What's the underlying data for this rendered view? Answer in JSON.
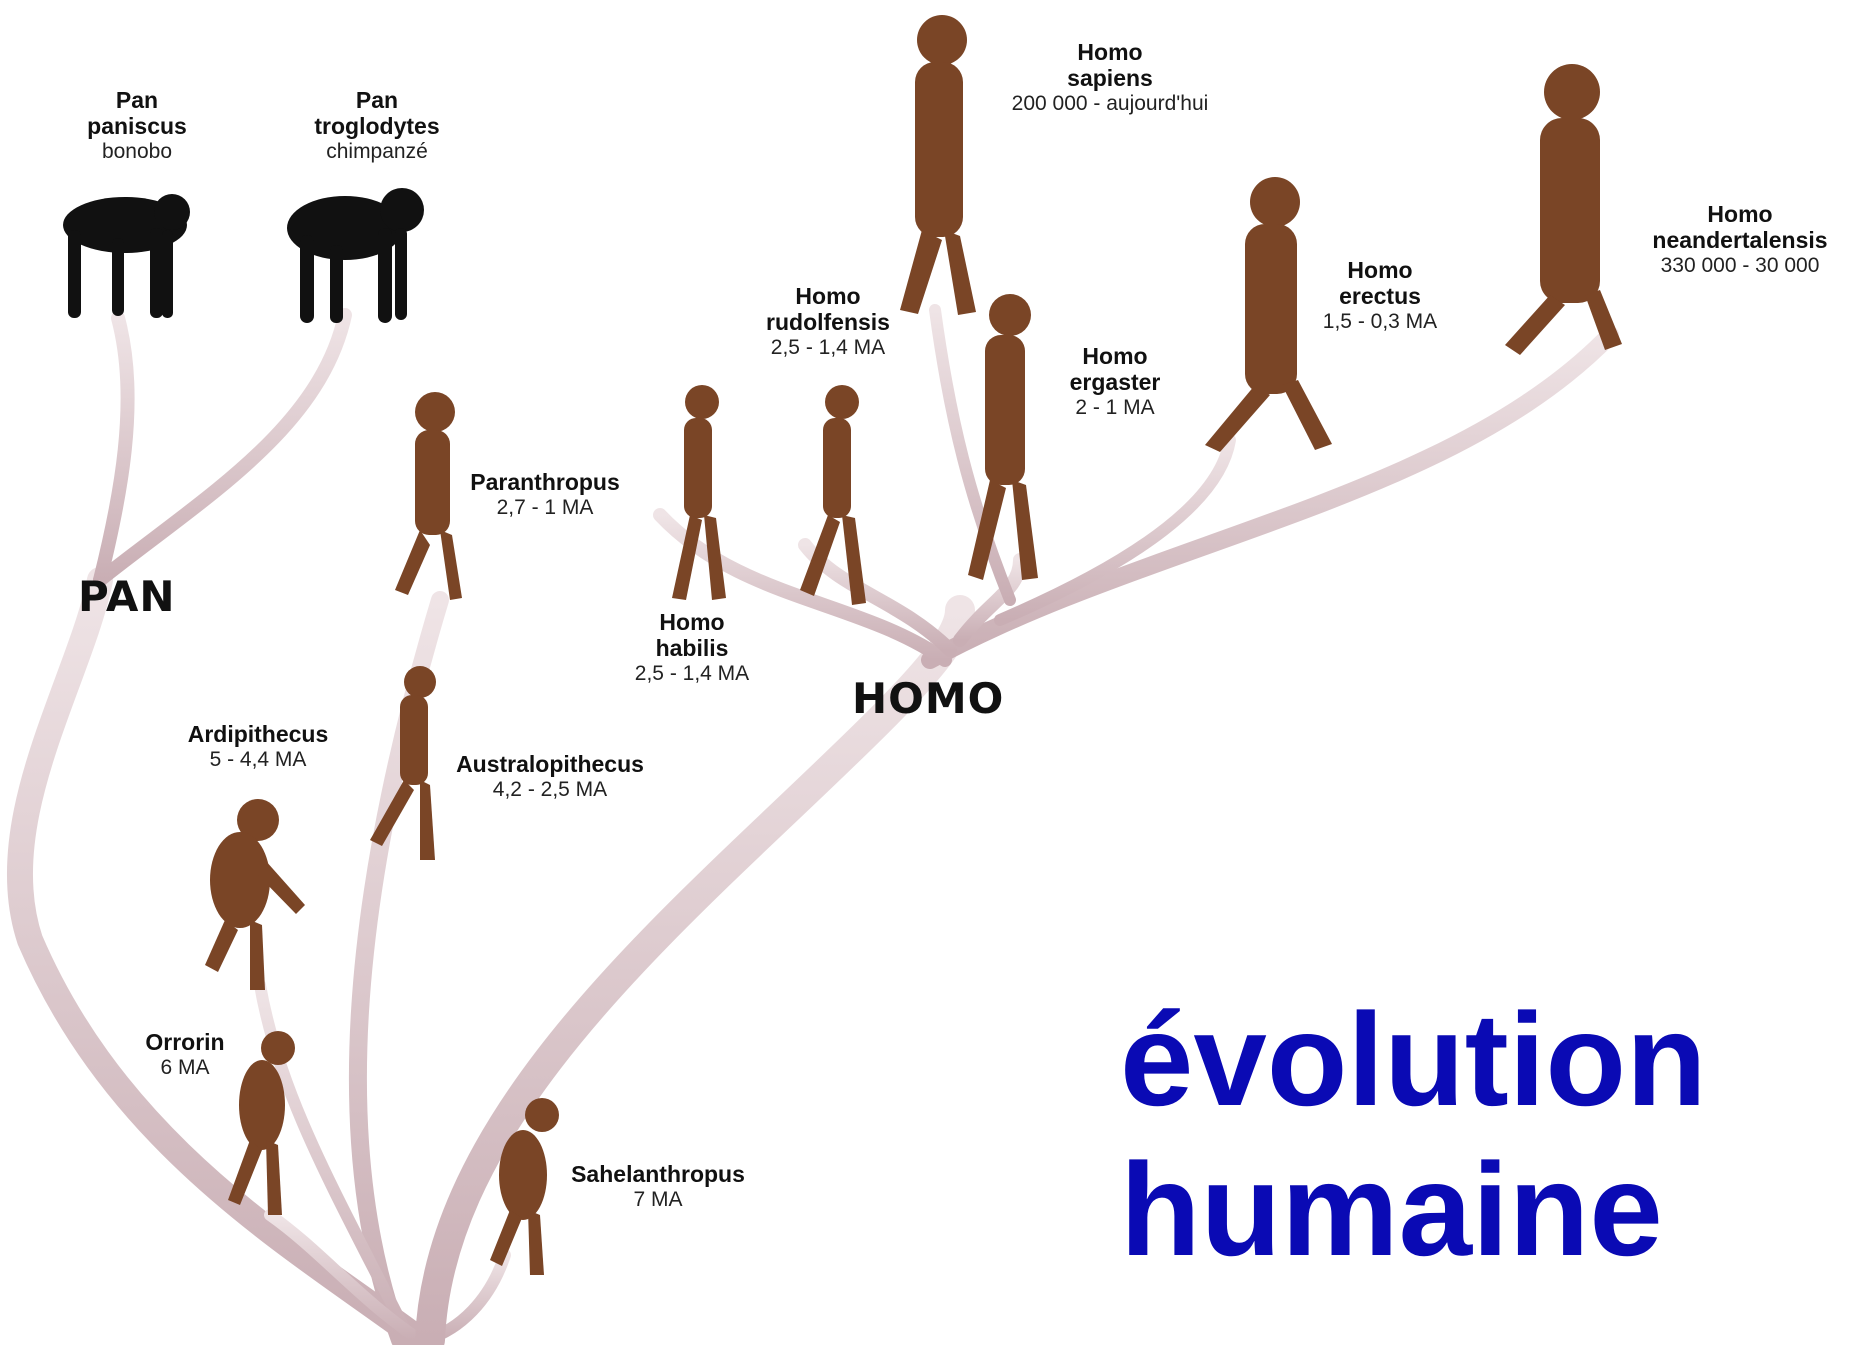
{
  "title": {
    "line1": "évolution",
    "line2": "humaine"
  },
  "groups": {
    "pan": "PAN",
    "homo": "HOMO"
  },
  "species": {
    "pan_paniscus": {
      "name": [
        "Pan",
        "paniscus"
      ],
      "common": "bonobo"
    },
    "pan_troglodytes": {
      "name": [
        "Pan",
        "troglodytes"
      ],
      "common": "chimpanzé"
    },
    "paranthropus": {
      "name": [
        "Paranthropus"
      ],
      "date": "2,7 - 1 MA"
    },
    "australopithecus": {
      "name": [
        "Australopithecus"
      ],
      "date": "4,2 - 2,5 MA"
    },
    "ardipithecus": {
      "name": [
        "Ardipithecus"
      ],
      "date": "5 - 4,4 MA"
    },
    "orrorin": {
      "name": [
        "Orrorin"
      ],
      "date": "6 MA"
    },
    "sahelanthropus": {
      "name": [
        "Sahelanthropus"
      ],
      "date": "7 MA"
    },
    "homo_habilis": {
      "name": [
        "Homo",
        "habilis"
      ],
      "date": "2,5 - 1,4 MA"
    },
    "homo_rudolfensis": {
      "name": [
        "Homo",
        "rudolfensis"
      ],
      "date": "2,5 - 1,4 MA"
    },
    "homo_ergaster": {
      "name": [
        "Homo",
        "ergaster"
      ],
      "date": "2 - 1 MA"
    },
    "homo_sapiens": {
      "name": [
        "Homo",
        "sapiens"
      ],
      "date": "200 000 - aujourd'hui"
    },
    "homo_erectus": {
      "name": [
        "Homo",
        "erectus"
      ],
      "date": "1,5 - 0,3 MA"
    },
    "homo_neanderthalensis": {
      "name": [
        "Homo",
        "neandertalensis"
      ],
      "date": "330 000 - 30 000"
    }
  },
  "colors": {
    "title": "#0a0ab4",
    "branch": "#d9c4c8",
    "ape": "#111111",
    "hominin": "#7a4526"
  }
}
